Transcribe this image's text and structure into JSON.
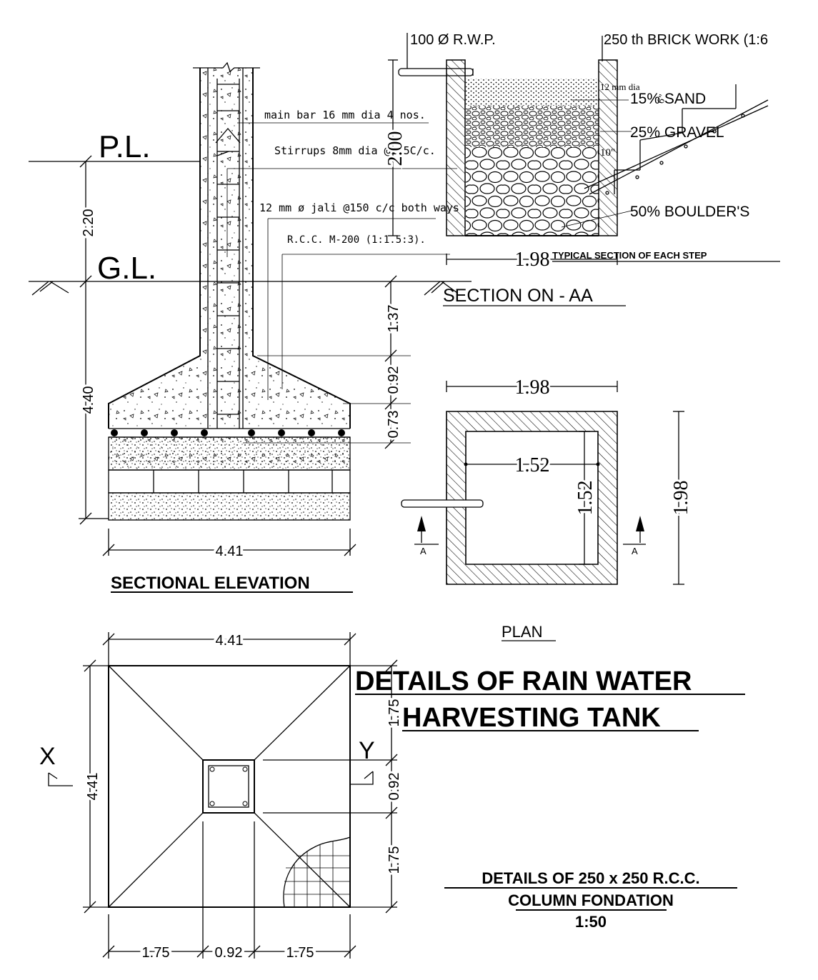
{
  "elevation": {
    "label_pl": "P.L.",
    "label_gl": "G.L.",
    "note_main_bar": "main bar 16 mm dia 4 nos.",
    "note_stirrups": "Stirrups 8mm dia @175C/c.",
    "note_jali": "12 mm ø jali @150 c/c both ways",
    "note_rcc": "R.C.C. M-200 (1:1.5:3).",
    "dim_220": "2.20",
    "dim_440": "4.40",
    "dim_137": "1.37",
    "dim_092": "0.92",
    "dim_073": "0.73",
    "dim_441": "4.41",
    "title": "SECTIONAL ELEVATION"
  },
  "section": {
    "label_rwp": "100 Ø R.W.P.",
    "label_brick": "250 th BRICK WORK (1:6",
    "label_sand": "15% SAND",
    "label_gravel": "25% GRAVEL",
    "label_boulder": "50% BOULDER'S",
    "label_12mm": "12 mm dia",
    "label_10": "10\"",
    "label_6": "6\"",
    "dim_depth": "2.00",
    "dim_width": "1.98",
    "step_title": "TYPICAL SECTION OF EACH STEP",
    "title": "SECTION ON - AA"
  },
  "plan": {
    "dim_outer_top": "1.98",
    "dim_inner_h": "1.52",
    "dim_inner_v": "1.52",
    "dim_outer_right": "1.98",
    "mark_a": "A",
    "title": "PLAN"
  },
  "main_title": {
    "line1": "DETAILS OF RAIN WATER",
    "line2": "HARVESTING TANK"
  },
  "foundation": {
    "dim_top": "4.41",
    "dim_left": "4.41",
    "dim_r1": "1.75",
    "dim_r2": "0.92",
    "dim_r3": "1.75",
    "dim_b1": "1.75",
    "dim_b2": "0.92",
    "dim_b3": "1.75",
    "mark_x": "X",
    "mark_y": "Y",
    "title1": "DETAILS OF 250 x 250 R.C.C.",
    "title2": "COLUMN FONDATION",
    "scale": "1:50"
  }
}
